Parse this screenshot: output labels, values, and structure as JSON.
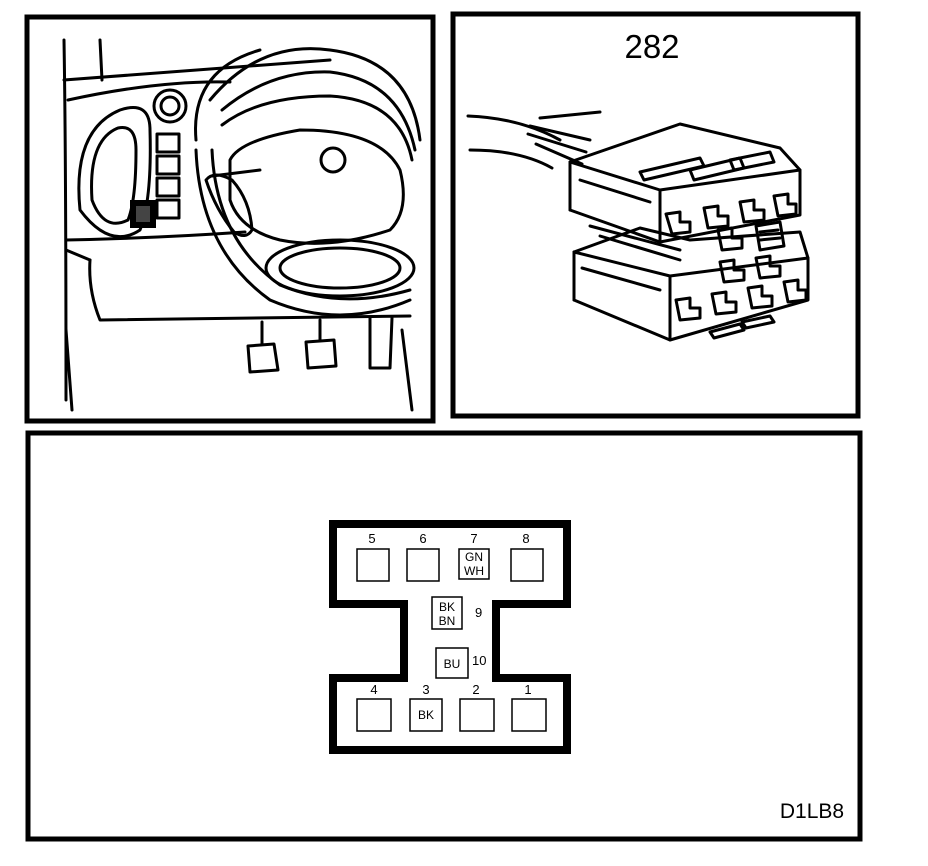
{
  "connector_panel": {
    "number": "282"
  },
  "pinout_panel": {
    "code": "D1LB8",
    "pins": [
      {
        "num": "5",
        "wire": ""
      },
      {
        "num": "6",
        "wire": ""
      },
      {
        "num": "7",
        "wire": "GN WH",
        "wire_line1": "GN",
        "wire_line2": "WH"
      },
      {
        "num": "8",
        "wire": ""
      },
      {
        "num": "9",
        "wire": "BK BN",
        "wire_line1": "BK",
        "wire_line2": "BN"
      },
      {
        "num": "10",
        "wire": "BU",
        "wire_line1": "BU"
      },
      {
        "num": "4",
        "wire": ""
      },
      {
        "num": "3",
        "wire": "BK",
        "wire_line1": "BK"
      },
      {
        "num": "2",
        "wire": ""
      },
      {
        "num": "1",
        "wire": ""
      }
    ]
  },
  "icons": {
    "dashboard": "dashboard-location-icon",
    "connector": "connector-plug-icon"
  }
}
